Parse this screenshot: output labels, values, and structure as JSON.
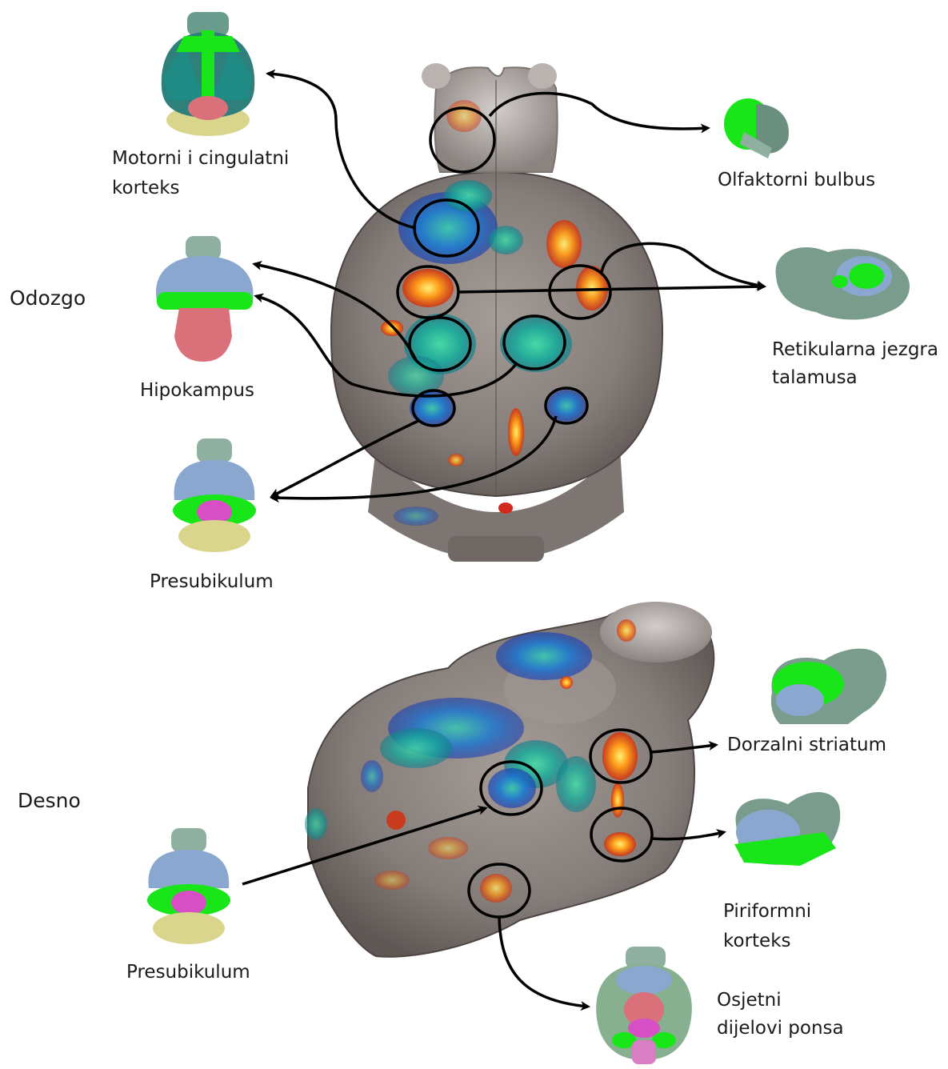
{
  "views": {
    "top": "Odozgo",
    "right": "Desno"
  },
  "labels": {
    "motor_line1": "Motorni i cingulatni",
    "motor_line2": "korteks",
    "olfactory": "Olfaktorni bulbus",
    "hippocampus": "Hipokampus",
    "reticular_line1": "Retikularna jezgra",
    "reticular_line2": "talamusa",
    "presubiculum_top": "Presubikulum",
    "dorsal_striatum": "Dorzalni striatum",
    "presubiculum_side": "Presubikulum",
    "piriform_line1": "Piriformni",
    "piriform_line2": "korteks",
    "pons_line1": "Osjetni",
    "pons_line2": "dijelovi ponsa"
  },
  "icons": [
    "brain-top-view-icon",
    "brain-side-view-icon",
    "brain-region-motor-cingulate-icon",
    "brain-region-olfactory-bulb-icon",
    "brain-region-hippocampus-icon",
    "brain-region-reticular-nucleus-icon",
    "brain-region-presubiculum-icon",
    "brain-region-dorsal-striatum-icon",
    "brain-region-piriform-cortex-icon",
    "brain-region-sensory-pons-icon"
  ],
  "colors": {
    "brain_tissue": "#8e8683",
    "activation_hot": "#ff9a1c",
    "activation_cold": "#1f7fd6",
    "activation_teal": "#1fb89a",
    "region_highlight": "#19e619",
    "atlas_teal": "#2f8f84",
    "atlas_blue": "#8aa7cf",
    "atlas_pink": "#d9707a",
    "atlas_yellow": "#d9d58c",
    "atlas_magenta": "#d64fc4",
    "atlas_gray": "#8fb0a0"
  }
}
